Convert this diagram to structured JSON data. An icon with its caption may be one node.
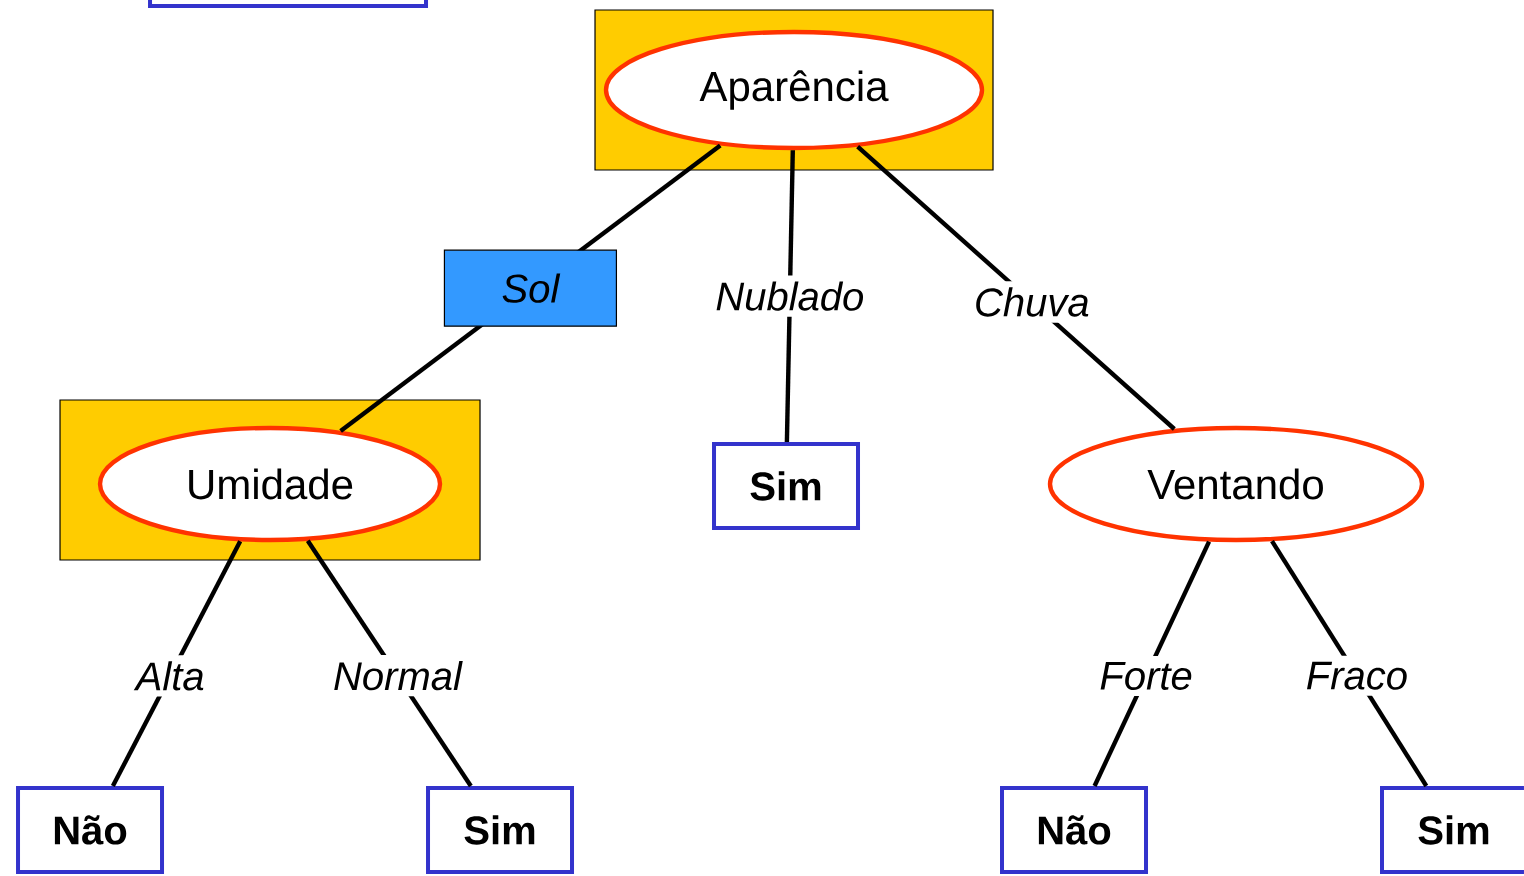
{
  "diagram": {
    "nodes": [
      {
        "text": [],
        "shape": "box"
      },
      {
        "text": [],
        "shape": "box"
      },
      {
        "text": [
          "Aparência"
        ],
        "in": 1
      },
      {
        "text": [],
        "shape": "box"
      },
      {
        "text": [
          "Umidade"
        ],
        "in": 3
      },
      {
        "text": [
          "Sim"
        ]
      },
      {
        "text": [
          "Ventando"
        ]
      },
      {
        "text": [
          "Não"
        ]
      },
      {
        "text": [
          "Sim"
        ]
      },
      {
        "text": [
          "Não"
        ]
      },
      {
        "text": [
          "Sim"
        ]
      }
    ],
    "edges": [
      {
        "from": 2,
        "to": 4,
        "arrow": "none",
        "label": "Sol"
      },
      {
        "from": 2,
        "to": 5,
        "arrow": "none",
        "label": "Nublado"
      },
      {
        "from": 2,
        "to": 6,
        "arrow": "none",
        "label": "Chuva"
      },
      {
        "from": 4,
        "to": 7,
        "arrow": "none",
        "label": "Alta"
      },
      {
        "from": 4,
        "to": 8,
        "arrow": "none",
        "label": "Normal"
      },
      {
        "from": 6,
        "to": 9,
        "arrow": "none",
        "label": "Forte"
      },
      {
        "from": 6,
        "to": 10,
        "arrow": "none",
        "label": "Fraco"
      }
    ]
  }
}
